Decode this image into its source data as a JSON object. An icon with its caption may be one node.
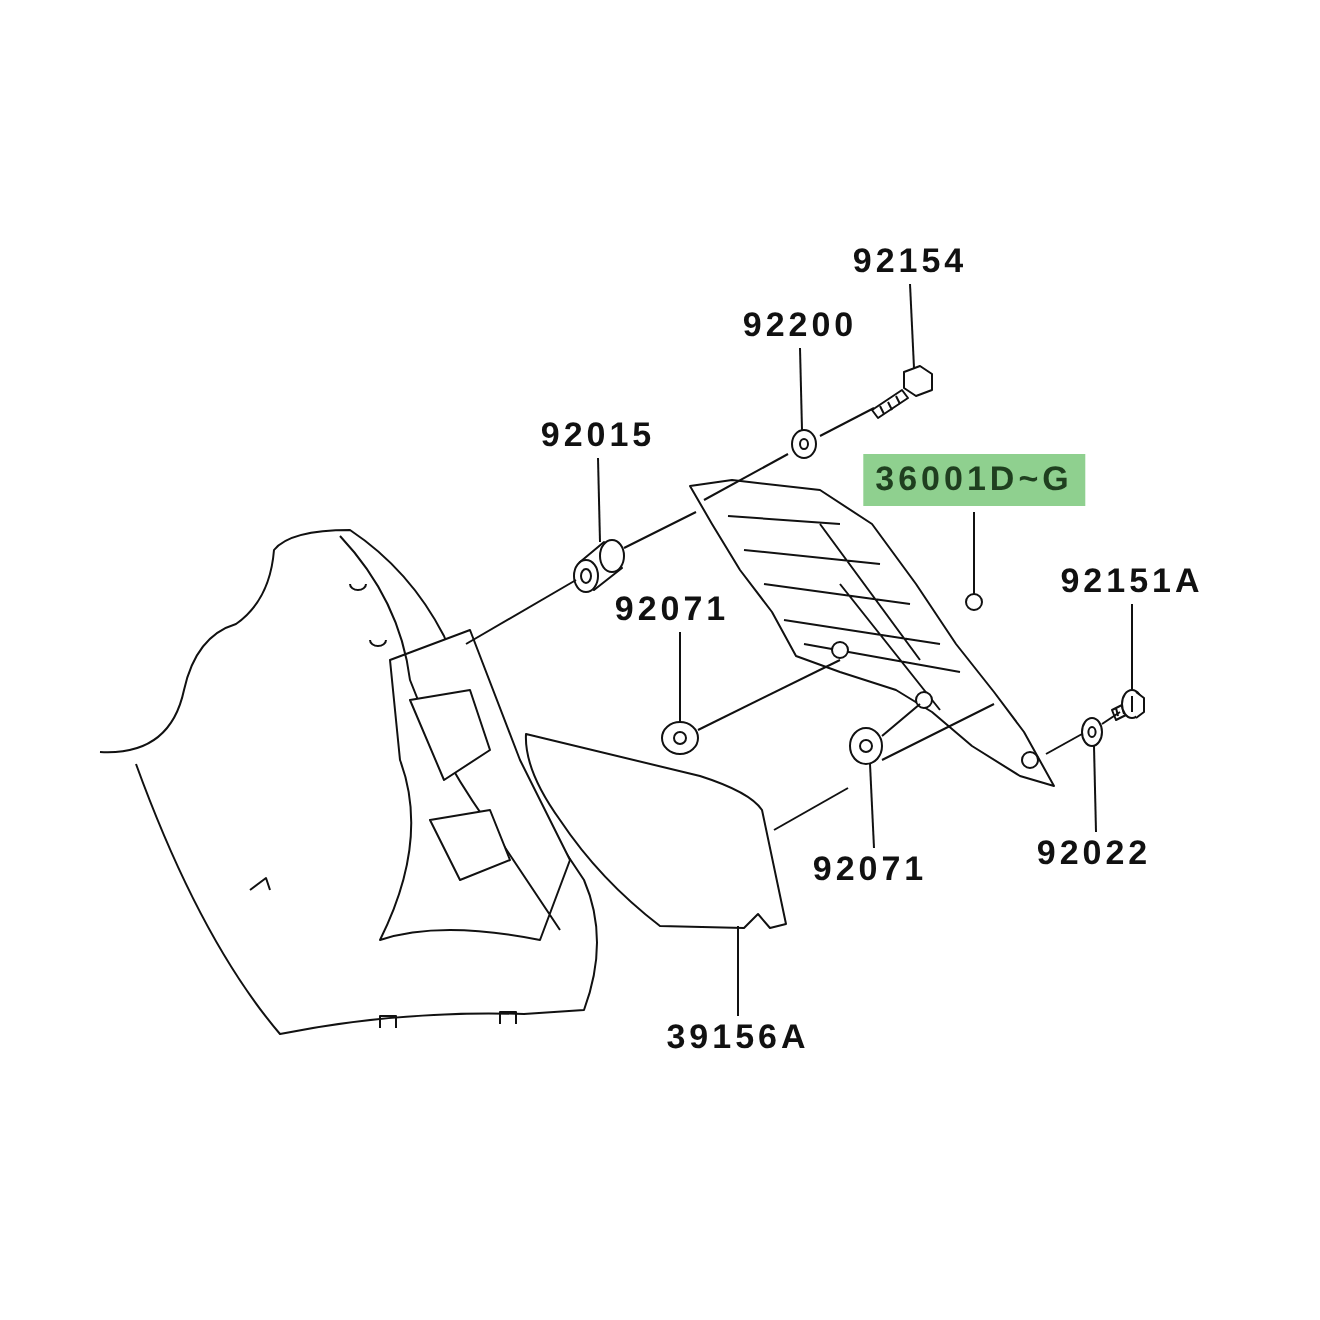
{
  "diagram": {
    "nodes": [
      {
        "text": [
          "92154"
        ]
      },
      {
        "text": [
          "92200"
        ]
      },
      {
        "text": [
          "92015"
        ]
      },
      {
        "text": [
          "36001D~G"
        ]
      },
      {
        "text": [
          "92151A"
        ]
      },
      {
        "text": [
          "92071"
        ]
      },
      {
        "text": [
          "92071"
        ]
      },
      {
        "text": [
          "92022"
        ]
      },
      {
        "text": [
          "39156A"
        ]
      },
      {
        "text": [],
        "shape": "picture"
      },
      {
        "text": [],
        "shape": "picture"
      },
      {
        "text": [],
        "shape": "picture"
      },
      {
        "text": [],
        "shape": "picture"
      },
      {
        "text": [],
        "shape": "picture"
      },
      {
        "text": [],
        "shape": "picture"
      },
      {
        "text": [],
        "shape": "picture"
      },
      {
        "text": [],
        "shape": "picture"
      },
      {
        "text": [],
        "shape": "picture"
      },
      {
        "text": [],
        "shape": "picture"
      }
    ],
    "edges": [
      {
        "from": 0,
        "to": 9,
        "arrow": "none"
      },
      {
        "from": 1,
        "to": 10,
        "arrow": "none"
      },
      {
        "from": 2,
        "to": 11,
        "arrow": "none"
      },
      {
        "from": 3,
        "to": 12,
        "arrow": "none"
      },
      {
        "from": 4,
        "to": 13,
        "arrow": "none"
      },
      {
        "from": 5,
        "to": 14,
        "arrow": "none"
      },
      {
        "from": 6,
        "to": 15,
        "arrow": "none"
      },
      {
        "from": 7,
        "to": 16,
        "arrow": "none"
      },
      {
        "from": 8,
        "to": 17,
        "arrow": "none"
      },
      {
        "from": 10,
        "to": 9,
        "arrow": "none"
      },
      {
        "from": 10,
        "to": 12,
        "arrow": "none"
      },
      {
        "from": 11,
        "to": 12,
        "arrow": "none"
      },
      {
        "from": 18,
        "to": 11,
        "arrow": "none"
      },
      {
        "from": 14,
        "to": 12,
        "arrow": "none"
      },
      {
        "from": 17,
        "to": 15,
        "arrow": "none"
      },
      {
        "from": 15,
        "to": 12,
        "arrow": "none"
      },
      {
        "from": 15,
        "to": 12,
        "arrow": "none"
      },
      {
        "from": 12,
        "to": 16,
        "arrow": "none"
      },
      {
        "from": 16,
        "to": 13,
        "arrow": "none"
      }
    ]
  }
}
